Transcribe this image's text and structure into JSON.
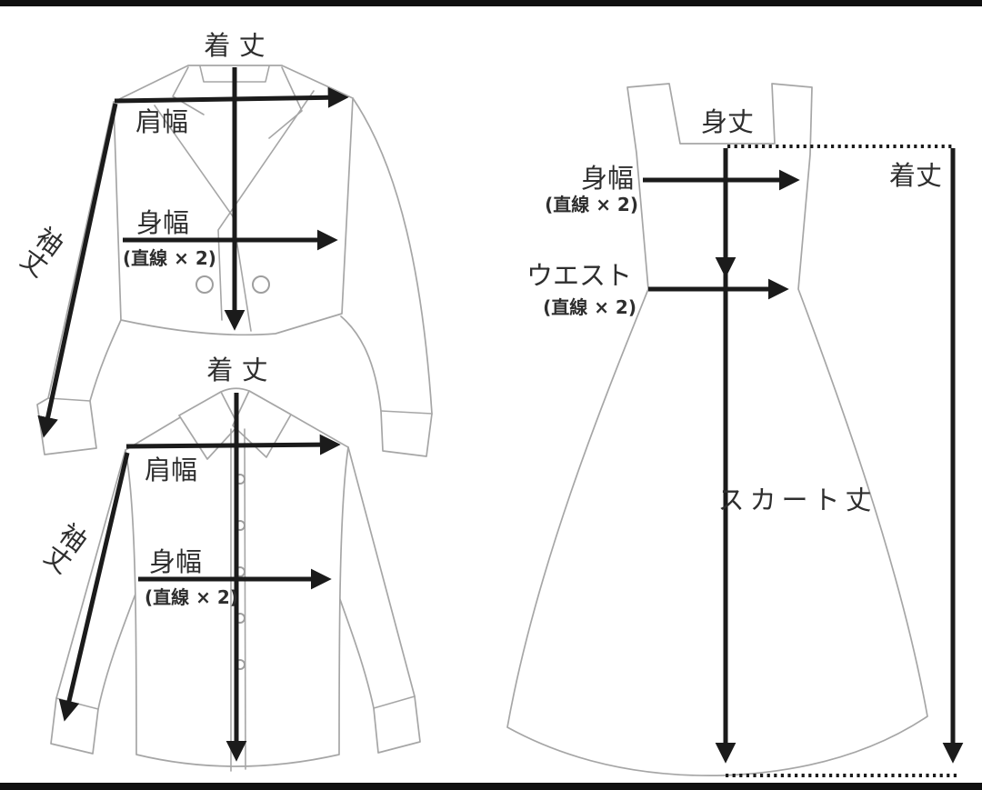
{
  "figure": {
    "description": "Japanese garment measurement guide diagram (jacket, shirt, dress)",
    "background_color": "#ffffff",
    "frame_bar_color": "#101010",
    "garment_outline_color": "#a6a6a6",
    "measurement_arrow_color": "#1b1b1b",
    "label_color": "#2e2e2e"
  },
  "jacket": {
    "length_label": "着 丈",
    "shoulder_label": "肩幅",
    "width_label": "身幅",
    "width_note": "(直線 × 2)",
    "sleeve_label": "袖丈"
  },
  "shirt": {
    "length_label": "着 丈",
    "shoulder_label": "肩幅",
    "width_label": "身幅",
    "width_note": "(直線 × 2)",
    "sleeve_label": "袖丈"
  },
  "dress": {
    "body_length_label": "身丈",
    "total_length_label": "着丈",
    "width_label": "身幅",
    "width_note": "(直線 × 2)",
    "waist_label": "ウエスト",
    "waist_note": "(直線 × 2)",
    "skirt_length_label": "スカート丈"
  }
}
